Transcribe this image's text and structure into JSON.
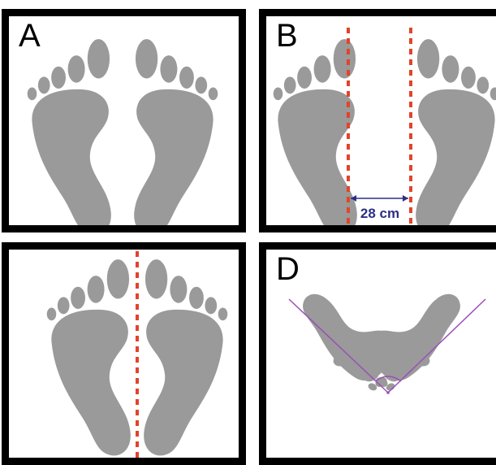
{
  "panels": [
    {
      "label": "A"
    },
    {
      "label": "B",
      "measurement": "28 cm"
    },
    {
      "label": ""
    },
    {
      "label": "D"
    }
  ],
  "colors": {
    "foot": "#9a9a9a",
    "frame": "#000000",
    "guide_line": "#e0452a",
    "measure": "#2d2e86",
    "angle_line": "#9b4fb8"
  }
}
